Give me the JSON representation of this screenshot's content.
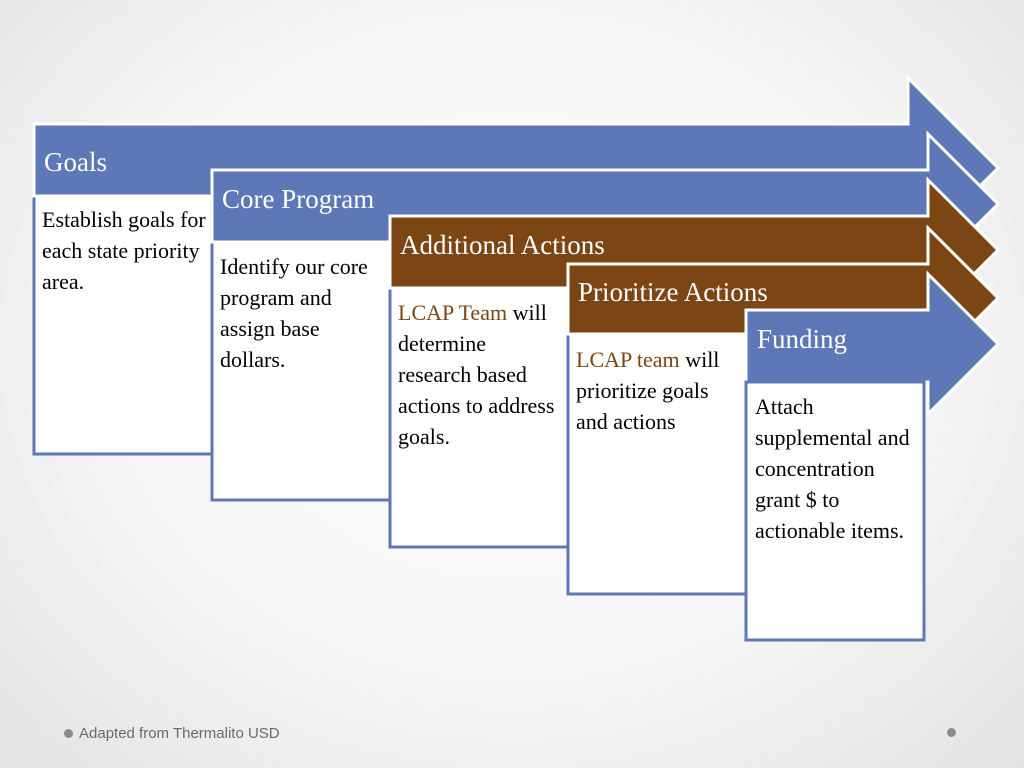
{
  "diagram": {
    "steps": [
      {
        "title": "Goals",
        "body_prefix": "",
        "body_highlight": "",
        "body_text": "Establish goals for each state priority area.",
        "color": "#5e77b6"
      },
      {
        "title": "Core Program",
        "body_prefix": "",
        "body_highlight": "",
        "body_text": "Identify our core program and assign base dollars.",
        "color": "#5e77b6"
      },
      {
        "title": "Additional Actions",
        "body_prefix": "",
        "body_highlight": "LCAP Team",
        "body_text": " will determine research based actions to address goals.",
        "color": "#7b4614"
      },
      {
        "title": "Prioritize Actions",
        "body_prefix": "",
        "body_highlight": "LCAP team",
        "body_text": " will prioritize goals and actions",
        "color": "#7b4614"
      },
      {
        "title": "Funding",
        "body_prefix": "",
        "body_highlight": "",
        "body_text": "Attach supplemental and concentration grant $ to actionable items.",
        "color": "#5e77b6"
      }
    ],
    "highlight_color": "#7b4614"
  },
  "footer": {
    "source": "Adapted from Thermalito USD"
  }
}
